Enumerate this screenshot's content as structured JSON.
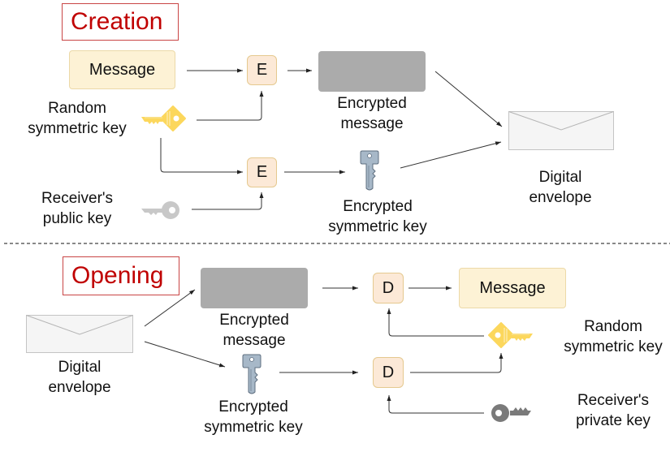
{
  "creation": {
    "title": "Creation",
    "message_label": "Message",
    "op1_label": "E",
    "op2_label": "E",
    "encrypted_message_label": [
      "Encrypted",
      "message"
    ],
    "random_key_label": [
      "Random",
      "symmetric key"
    ],
    "public_key_label": [
      "Receiver's",
      "public key"
    ],
    "encrypted_key_label": [
      "Encrypted",
      "symmetric key"
    ],
    "envelope_label": [
      "Digital",
      "envelope"
    ]
  },
  "opening": {
    "title": "Opening",
    "envelope_label": [
      "Digital",
      "envelope"
    ],
    "encrypted_message_label": [
      "Encrypted",
      "message"
    ],
    "encrypted_key_label": [
      "Encrypted",
      "symmetric key"
    ],
    "op1_label": "D",
    "op2_label": "D",
    "message_label": "Message",
    "random_key_label": [
      "Random",
      "symmetric key"
    ],
    "private_key_label": [
      "Receiver's",
      "private key"
    ]
  },
  "colors": {
    "title_red": "#c00000",
    "symmetric_key": "#fcd75c",
    "public_key": "#c8c8c8",
    "encrypted_key": "#a7b8c8",
    "private_key": "#7a7a7a"
  }
}
